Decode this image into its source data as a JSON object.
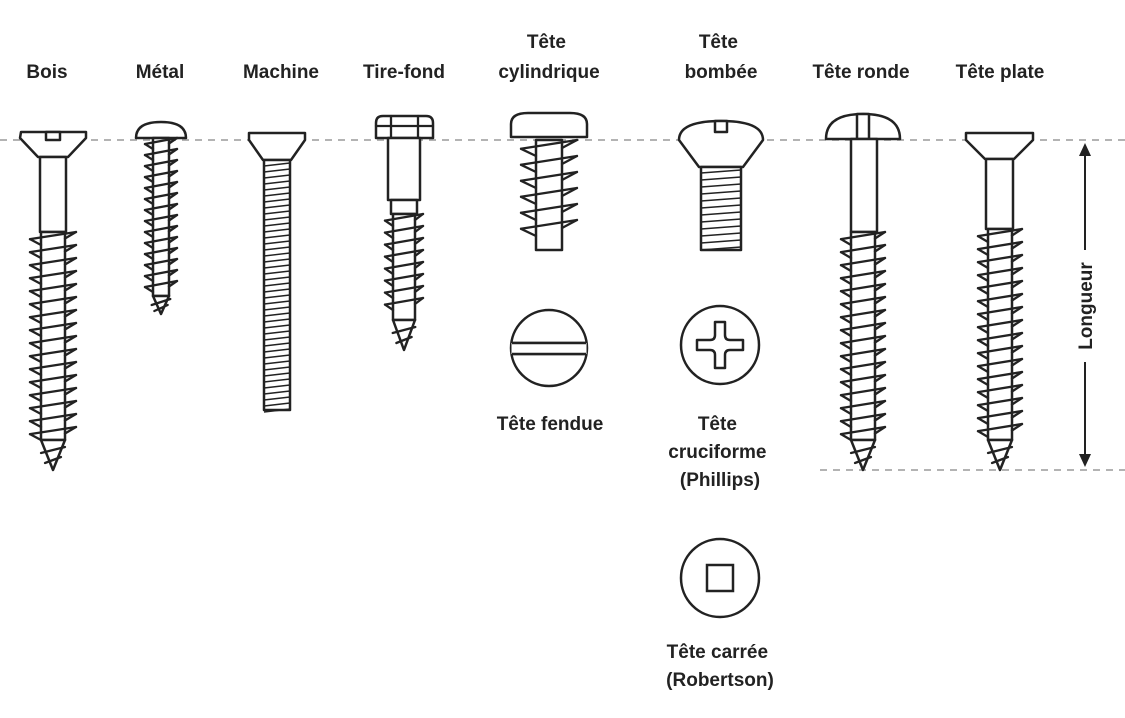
{
  "colors": {
    "ink": "#222222",
    "fill": "#ffffff",
    "guide": "#9a9a9a"
  },
  "screws": [
    {
      "id": "bois",
      "label_lines": [
        "Bois"
      ]
    },
    {
      "id": "metal",
      "label_lines": [
        "Métal"
      ]
    },
    {
      "id": "machine",
      "label_lines": [
        "Machine"
      ]
    },
    {
      "id": "tire-fond",
      "label_lines": [
        "Tire-fond"
      ]
    },
    {
      "id": "tete-cylindrique",
      "label_lines": [
        "Tête",
        "cylindrique"
      ]
    },
    {
      "id": "tete-bombee",
      "label_lines": [
        "Tête",
        "bombée"
      ]
    },
    {
      "id": "tete-ronde",
      "label_lines": [
        "Tête ronde"
      ]
    },
    {
      "id": "tete-plate",
      "label_lines": [
        "Tête plate"
      ]
    }
  ],
  "drives": [
    {
      "id": "fendue",
      "icon": "slotted-head-icon",
      "label_lines": [
        "Tête fendue"
      ]
    },
    {
      "id": "cruciforme",
      "icon": "phillips-head-icon",
      "label_lines": [
        "Tête",
        "cruciforme",
        "(Phillips)"
      ]
    },
    {
      "id": "carree",
      "icon": "square-head-icon",
      "label_lines": [
        "Tête carrée",
        "(Robertson)"
      ]
    }
  ],
  "dimension": {
    "label": "Longueur"
  }
}
